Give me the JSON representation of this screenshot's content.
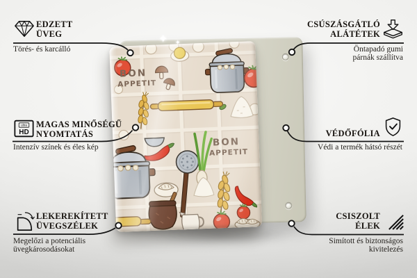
{
  "page": {
    "type": "product-feature-infographic",
    "language": "hu"
  },
  "product": {
    "design_text_line1": "BON",
    "design_text_line2": "APPETIT",
    "design_theme": "hand-drawn kitchen cooking pattern on beige tiles, glass board on grey-green backing panel",
    "illustration_items": [
      "stockpot with lid",
      "rolling pin",
      "tomato",
      "chili pepper",
      "mushrooms",
      "wheat stalk",
      "green onion",
      "flour pile",
      "dumplings",
      "clay jug",
      "milk jug",
      "skimmer ladle",
      "garlic",
      "basil leaf",
      "butter dish",
      "plate of dumplings"
    ],
    "colors": {
      "tile_background": "#e7dccd",
      "grout": "#f2ebdf",
      "backing_board": "#d2d1c3",
      "design_text": "#7c6656",
      "tomato_red": "#e04f35",
      "pot_grey": "#b6bcc3",
      "pin_yellow": "#eac654",
      "leaf_green": "#6fae3e",
      "jug_brown": "#6f4431"
    }
  },
  "callouts": {
    "tempered_glass": {
      "icon": "diamond-icon",
      "title1": "EDZETT",
      "title2": "ÜVEG",
      "sub1": "Törés- és karcálló",
      "sub2": ""
    },
    "print_quality": {
      "icon": "ultra-hd-icon",
      "title1": "MAGAS MINŐSÉGŰ",
      "title2": "NYOMTATÁS",
      "sub1": "Intenzív színek és éles kép",
      "sub2": ""
    },
    "rounded_edges": {
      "icon": "rounded-corner-icon",
      "title1": "LEKEREKÍTETT",
      "title2": "ÜVEGSZÉLEK",
      "sub1": "Megelőzi a potenciális",
      "sub2": "üvegkárosodásokat"
    },
    "anti_slip_pads": {
      "icon": "anti-slip-pads-icon",
      "title1": "CSÚSZÁSGÁTLÓ",
      "title2": "ALÁTÉTEK",
      "sub1": "Öntapadó gumi",
      "sub2": "párnák szállítva"
    },
    "protective_film": {
      "icon": "shield-check-icon",
      "title1": "VÉDŐFÓLIA",
      "title2": "",
      "sub1": "Védi a termék hátsó részét",
      "sub2": ""
    },
    "polished_edges": {
      "icon": "polished-edges-icon",
      "title1": "CSISZOLT",
      "title2": "ÉLEK",
      "sub1": "Simított és biztonságos",
      "sub2": "kivitelezés"
    }
  },
  "icons": {
    "ultra_hd_small": "ultra",
    "ultra_hd_big": "HD"
  },
  "style": {
    "leader_line_color": "#141414",
    "text_color": "#17130f",
    "background_grey": "#ededeb"
  }
}
